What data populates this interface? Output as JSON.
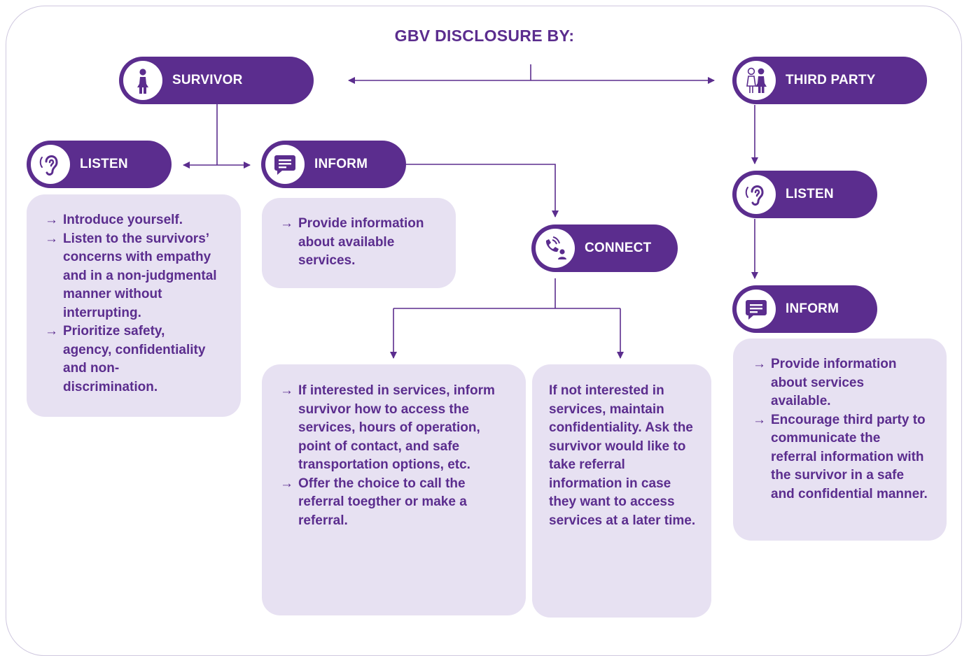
{
  "title": "GBV DISCLOSURE BY:",
  "colors": {
    "primary": "#5b2d8e",
    "box": "#e7e1f2",
    "frame": "#cfc8df"
  },
  "arrow_glyph": "→",
  "nodes": {
    "survivor": {
      "label": "SURVIVOR",
      "icon": "person-icon"
    },
    "third_party": {
      "label": "THIRD PARTY",
      "icon": "two-people-icon"
    },
    "listen_left": {
      "label": "LISTEN",
      "icon": "ear-icon"
    },
    "inform_left": {
      "label": "INFORM",
      "icon": "speech-bubble-icon"
    },
    "connect": {
      "label": "CONNECT",
      "icon": "connect-icon"
    },
    "listen_right": {
      "label": "LISTEN",
      "icon": "ear-icon"
    },
    "inform_right": {
      "label": "INFORM",
      "icon": "speech-bubble-icon"
    }
  },
  "boxes": {
    "listen_left": [
      "Introduce yourself.",
      "Listen to the survivors’ concerns with empathy and in a non-judgmental manner without interrupting.",
      "Prioritize safety, agency, confidentiality and non-discrimination."
    ],
    "inform_left": [
      "Provide information about available services."
    ],
    "connect_interested": {
      "bold": "If interested in services,",
      "rest": " inform survivor how to access the services, hours of operation, point of contact, and safe transportation options, etc.",
      "item2": "Offer the choice to call the referral toegther or make a referral."
    },
    "connect_not_interested": {
      "bold": "If not interested in services,",
      "rest": " maintain confidentiality. Ask the survivor would like to take referral information in case they want to access services at a later time."
    },
    "inform_right": [
      "Provide information about services available.",
      "Encourage third party to communicate the referral information with the survivor in a safe and confidential manner."
    ]
  }
}
